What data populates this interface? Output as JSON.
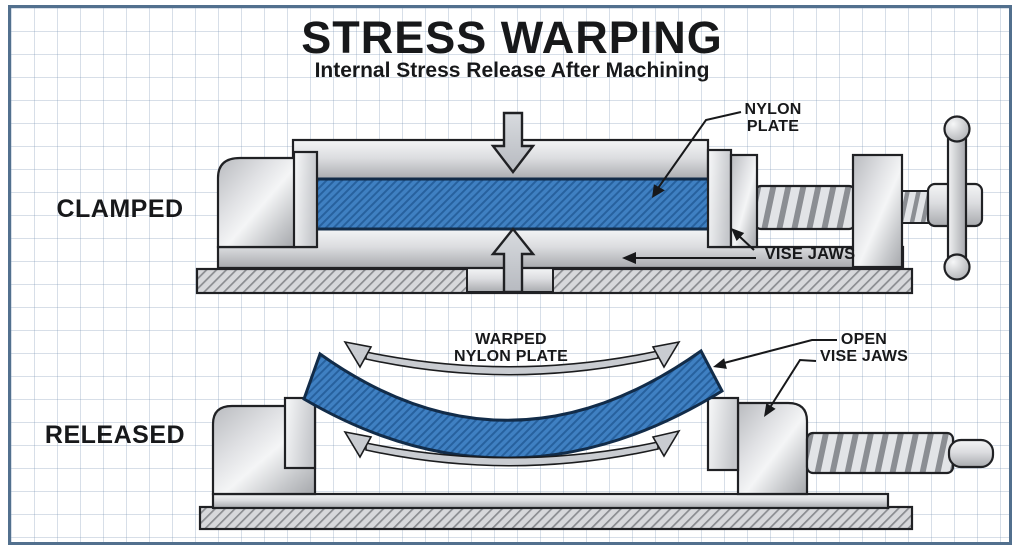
{
  "header": {
    "title": "STRESS WARPING",
    "subtitle": "Internal Stress Release After Machining"
  },
  "clamped_section": {
    "label": "CLAMPED",
    "annotations": {
      "nylon_plate": {
        "line1": "NYLON",
        "line2": "PLATE"
      },
      "vise_jaws": "VISE JAWS"
    }
  },
  "released_section": {
    "label": "RELEASED",
    "annotations": {
      "warped_plate": {
        "line1": "WARPED",
        "line2": "NYLON PLATE"
      },
      "open_jaws": {
        "line1": "OPEN",
        "line2": "VISE JAWS"
      }
    }
  },
  "icons": {
    "down_force_arrow": "block-arrow-down",
    "up_force_arrow": "block-arrow-up",
    "warp_arrows": "curved-double-headed-arrows",
    "leader_arrows": "thin-annotation-arrows"
  },
  "colors": {
    "paper": "#ffffff",
    "grid_line": "#c7d2df",
    "frame_border": "#52708e",
    "plate_blue": "#3f80c2",
    "plate_hatch_blue": "#27619e",
    "plate_outline": "#122c49",
    "metal_light": "#f2f3f5",
    "metal_dark": "#a8aaae",
    "hatch_gray_bg": "#d7d8db",
    "hatch_gray_line": "#8a8c90",
    "outline": "#202124",
    "arrow_gray": "#c9ccd1",
    "text": "#17181a"
  }
}
